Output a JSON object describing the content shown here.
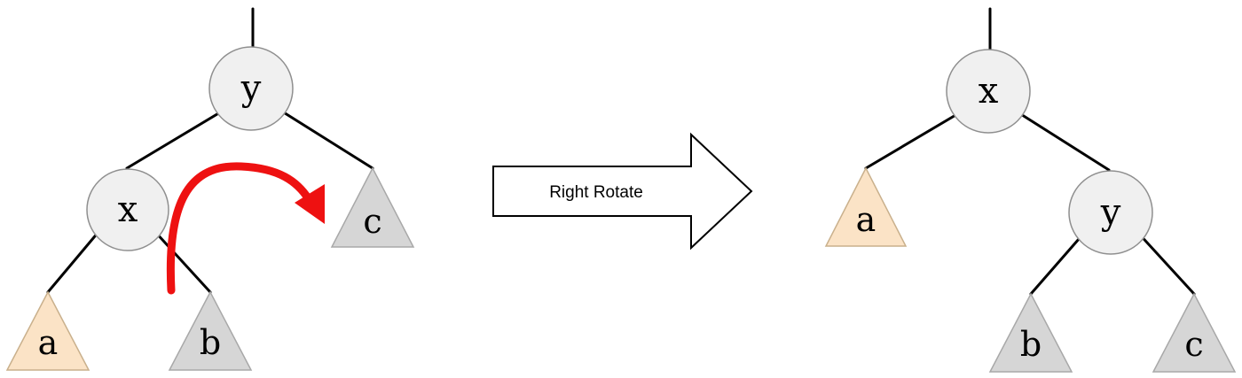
{
  "operation_label": "Right Rotate",
  "before": {
    "root": "y",
    "left_child": "x",
    "x_left_subtree": "a",
    "x_right_subtree": "b",
    "y_right_subtree": "c"
  },
  "after": {
    "root": "x",
    "left_subtree": "a",
    "right_child": "y",
    "y_left_subtree": "b",
    "y_right_subtree": "c"
  },
  "colors": {
    "node_fill": "#f0f0f0",
    "subtree_a": "#fbe3c6",
    "subtree_b_c": "#d6d6d6",
    "rotation_arrow": "#ee1111"
  }
}
